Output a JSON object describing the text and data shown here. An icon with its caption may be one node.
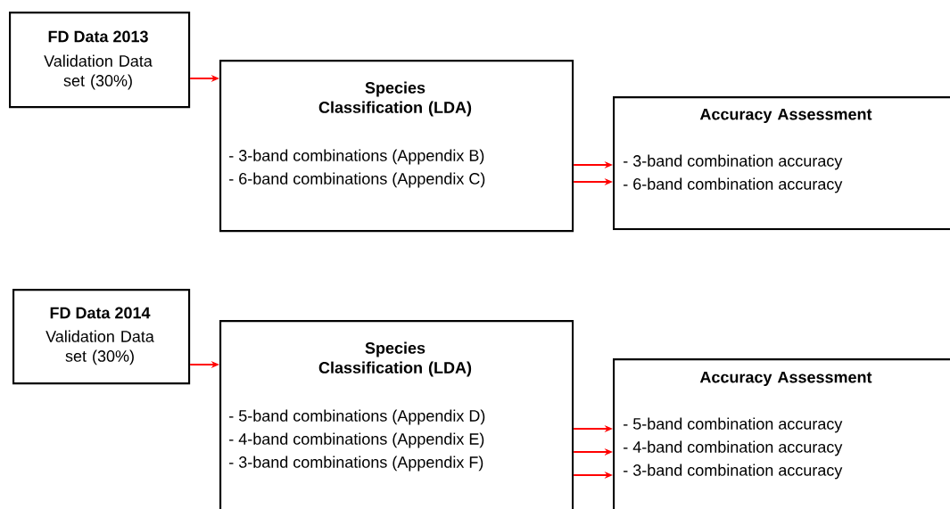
{
  "diagram": {
    "nodes": [
      {
        "text": [
          "FD Data 2013",
          "Validation Data set (30%)"
        ]
      },
      {
        "text": [
          "Species Classification (LDA)",
          "-   3-band combinations (Appendix B)",
          "-   6-band combinations (Appendix C)"
        ]
      },
      {
        "text": [
          "Accuracy Assessment",
          "-   3-band combination accuracy",
          "-   6-band combination accuracy"
        ]
      },
      {
        "text": [
          "FD Data 2014",
          "Validation Data set (30%)"
        ]
      },
      {
        "text": [
          "Species Classification (LDA)",
          "-   5-band combinations (Appendix D)",
          "-   4-band combinations (Appendix E)",
          "-   3-band combinations (Appendix F)"
        ]
      },
      {
        "text": [
          "Accuracy Assessment",
          "-   5-band combination accuracy",
          "-   4-band combination accuracy",
          "-   3-band combination accuracy"
        ]
      }
    ],
    "edges": [
      {
        "from": 0,
        "to": 1,
        "arrow": "to"
      },
      {
        "from": 1,
        "to": 2,
        "arrow": "to"
      },
      {
        "from": 1,
        "to": 2,
        "arrow": "to"
      },
      {
        "from": 3,
        "to": 4,
        "arrow": "to"
      },
      {
        "from": 4,
        "to": 5,
        "arrow": "to"
      },
      {
        "from": 4,
        "to": 5,
        "arrow": "to"
      },
      {
        "from": 4,
        "to": 5,
        "arrow": "to"
      }
    ]
  }
}
